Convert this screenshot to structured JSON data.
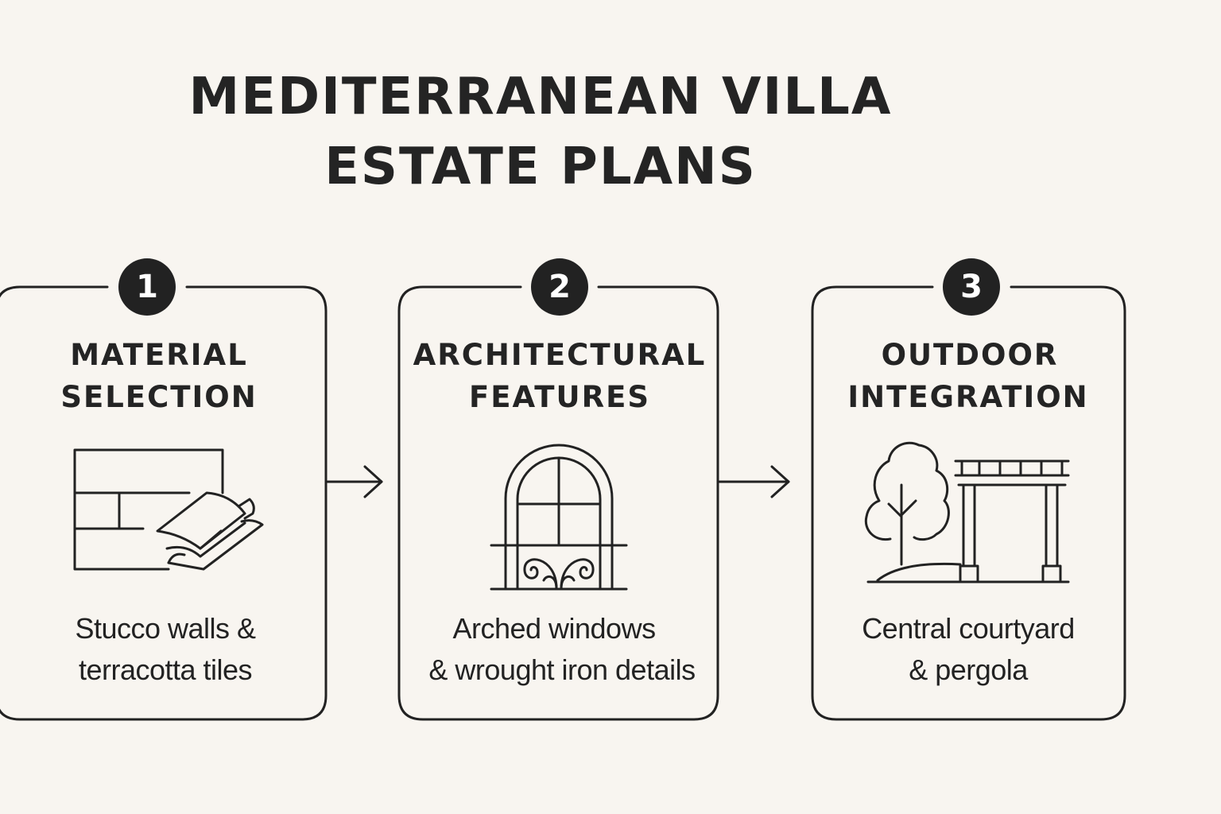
{
  "title": {
    "line1": "MEDITERRANEAN VILLA",
    "line2": "ESTATE PLANS"
  },
  "steps": [
    {
      "number": "1",
      "title_line1": "MATERIAL",
      "title_line2": "SELECTION",
      "desc_line1": "Stucco walls &",
      "desc_line2": "terracotta tiles",
      "icon": "wall-and-tiles-icon"
    },
    {
      "number": "2",
      "title_line1": "ARCHITECTURAL",
      "title_line2": "FEATURES",
      "desc_line1": "Arched windows",
      "desc_line2": "& wrought iron details",
      "icon": "arched-window-icon"
    },
    {
      "number": "3",
      "title_line1": "OUTDOOR",
      "title_line2": "INTEGRATION",
      "desc_line1": "Central courtyard",
      "desc_line2": "& pergola",
      "icon": "tree-and-pergola-icon"
    }
  ],
  "colors": {
    "background": "#f8f5f0",
    "ink": "#222222"
  }
}
